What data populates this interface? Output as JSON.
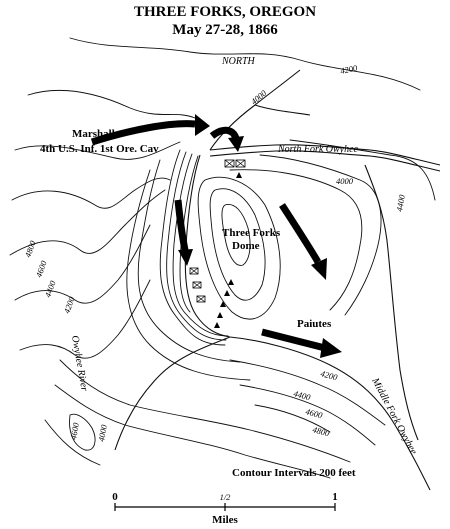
{
  "title": "THREE FORKS, OREGON",
  "date": "May 27-28, 1866",
  "labels": {
    "north": "NORTH",
    "marshall_1": "Marshall",
    "marshall_2": "4th U.S. Inf. 1st Ore. Cav",
    "north_fork": "North Fork Owyhee",
    "dome_1": "Three Forks",
    "dome_2": "Dome",
    "paiutes": "Paiutes",
    "owyhee_river": "Owyhee River",
    "middle_fork": "Middle Fork Owyhee",
    "contour_intervals": "Contour Intervals 200 feet"
  },
  "elevations": [
    "4200",
    "4000",
    "4000",
    "4400",
    "4800",
    "4600",
    "4400",
    "4200",
    "4200",
    "4400",
    "4600",
    "4800",
    "4600",
    "4000"
  ],
  "scale": {
    "ticks": [
      "0",
      "1/2",
      "1"
    ],
    "unit": "Miles"
  }
}
